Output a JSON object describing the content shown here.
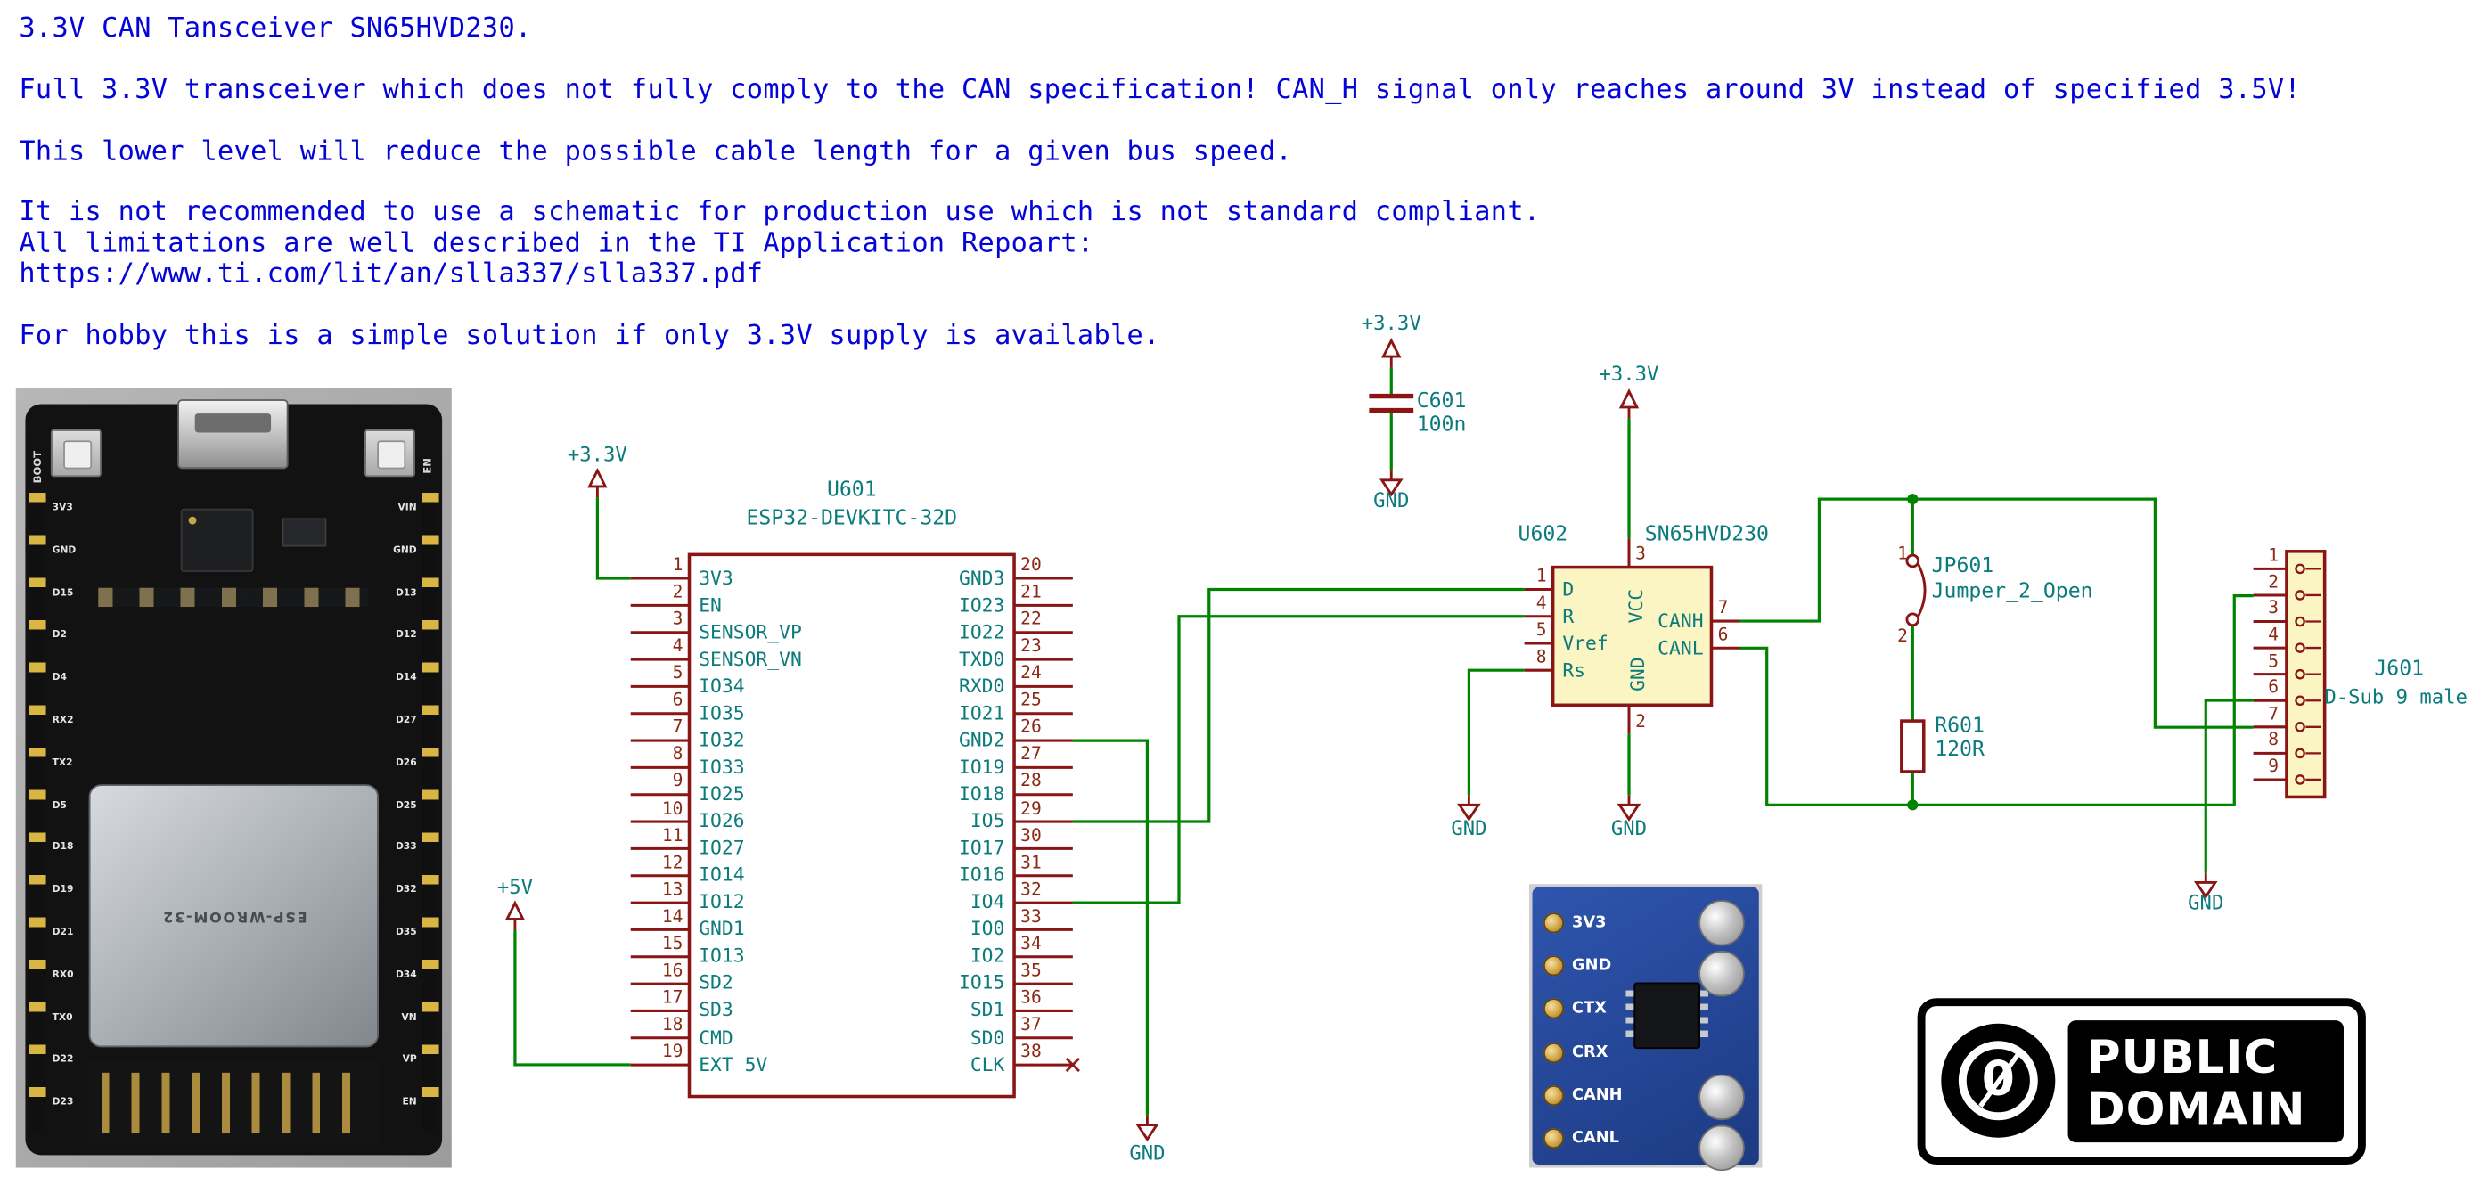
{
  "notes": {
    "title": "3.3V CAN Tansceiver SN65HVD230.",
    "para1": "Full 3.3V transceiver which does not fully comply to the CAN specification! CAN_H signal only reaches around 3V instead of specified 3.5V!",
    "para2": "This lower level will reduce the possible cable length for a given bus speed.",
    "para3a": "It is not recommended to use a schematic for production use which is not standard compliant.",
    "para3b": "All limitations are well described in the TI Application Repoart:",
    "para3c": "https://www.ti.com/lit/an/slla337/slla337.pdf",
    "para4": "For hobby this is a simple solution if only 3.3V supply is available."
  },
  "schematic": {
    "u601": {
      "ref": "U601",
      "value": "ESP32-DEVKITC-32D",
      "left_pins": [
        [
          "1",
          "3V3"
        ],
        [
          "2",
          "EN"
        ],
        [
          "3",
          "SENSOR_VP"
        ],
        [
          "4",
          "SENSOR_VN"
        ],
        [
          "5",
          "IO34"
        ],
        [
          "6",
          "IO35"
        ],
        [
          "7",
          "IO32"
        ],
        [
          "8",
          "IO33"
        ],
        [
          "9",
          "IO25"
        ],
        [
          "10",
          "IO26"
        ],
        [
          "11",
          "IO27"
        ],
        [
          "12",
          "IO14"
        ],
        [
          "13",
          "IO12"
        ],
        [
          "14",
          "GND1"
        ],
        [
          "15",
          "IO13"
        ],
        [
          "16",
          "SD2"
        ],
        [
          "17",
          "SD3"
        ],
        [
          "18",
          "CMD"
        ],
        [
          "19",
          "EXT_5V"
        ]
      ],
      "right_pins": [
        [
          "20",
          "GND3"
        ],
        [
          "21",
          "IO23"
        ],
        [
          "22",
          "IO22"
        ],
        [
          "23",
          "TXD0"
        ],
        [
          "24",
          "RXD0"
        ],
        [
          "25",
          "IO21"
        ],
        [
          "26",
          "GND2"
        ],
        [
          "27",
          "IO19"
        ],
        [
          "28",
          "IO18"
        ],
        [
          "29",
          "IO5"
        ],
        [
          "30",
          "IO17"
        ],
        [
          "31",
          "IO16"
        ],
        [
          "32",
          "IO4"
        ],
        [
          "33",
          "IO0"
        ],
        [
          "34",
          "IO2"
        ],
        [
          "35",
          "IO15"
        ],
        [
          "36",
          "SD1"
        ],
        [
          "37",
          "SD0"
        ],
        [
          "38",
          "CLK"
        ]
      ]
    },
    "u602": {
      "ref": "U602",
      "value": "SN65HVD230",
      "left_pins": [
        [
          "1",
          "D"
        ],
        [
          "4",
          "R"
        ],
        [
          "5",
          "Vref"
        ],
        [
          "8",
          "Rs"
        ]
      ],
      "right_pins": [
        [
          "7",
          "CANH"
        ],
        [
          "6",
          "CANL"
        ]
      ],
      "top_pin": [
        "3",
        "VCC"
      ],
      "bottom_pin": [
        "2",
        "GND"
      ]
    },
    "c601": {
      "ref": "C601",
      "value": "100n"
    },
    "r601": {
      "ref": "R601",
      "value": "120R"
    },
    "jp601": {
      "ref": "JP601",
      "value": "Jumper_2_Open",
      "pin_top": "1",
      "pin_bottom": "2"
    },
    "j601": {
      "ref": "J601",
      "value": "D-Sub 9 male",
      "pins": [
        "1",
        "2",
        "3",
        "4",
        "5",
        "6",
        "7",
        "8",
        "9"
      ]
    },
    "power_labels": {
      "v33": "+3.3V",
      "v5": "+5V",
      "gnd": "GND"
    },
    "colors": {
      "wire": "#008400",
      "symbol_outline": "#8a1515",
      "field_text": "#0c7b7b",
      "note_text": "#0404d8",
      "symbol_fill": "#fbf4c3"
    }
  },
  "board_photo": {
    "boot": "BOOT",
    "en": "EN",
    "module": "ESP-WROOM-32",
    "left_labels": [
      "3V3",
      "GND",
      "D15",
      "D2",
      "D4",
      "RX2",
      "TX2",
      "D5",
      "D18",
      "D19",
      "D21",
      "RX0",
      "TX0",
      "D22",
      "D23"
    ],
    "right_labels": [
      "VIN",
      "GND",
      "D13",
      "D12",
      "D14",
      "D27",
      "D26",
      "D25",
      "D33",
      "D32",
      "D35",
      "D34",
      "VN",
      "VP",
      "EN"
    ]
  },
  "module_photo": {
    "pin_labels": [
      "3V3",
      "GND",
      "CTX",
      "CRX",
      "CANH",
      "CANL"
    ]
  },
  "badge": {
    "zero": "0",
    "line1": "PUBLIC",
    "line2": "DOMAIN"
  }
}
